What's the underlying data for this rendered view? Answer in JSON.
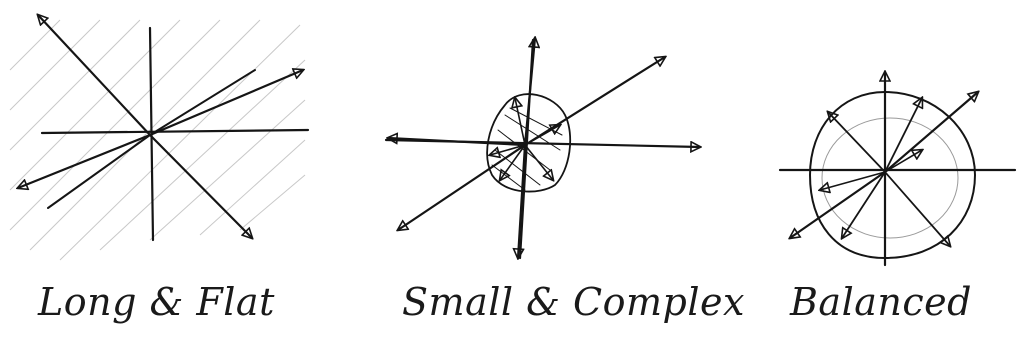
{
  "panels": [
    {
      "label": "Long & Flat"
    },
    {
      "label": "Small & Complex"
    },
    {
      "label": "Balanced"
    }
  ],
  "colors": {
    "ink": "#151515",
    "paper": "#ffffff",
    "shade": "#9a9a9a"
  }
}
